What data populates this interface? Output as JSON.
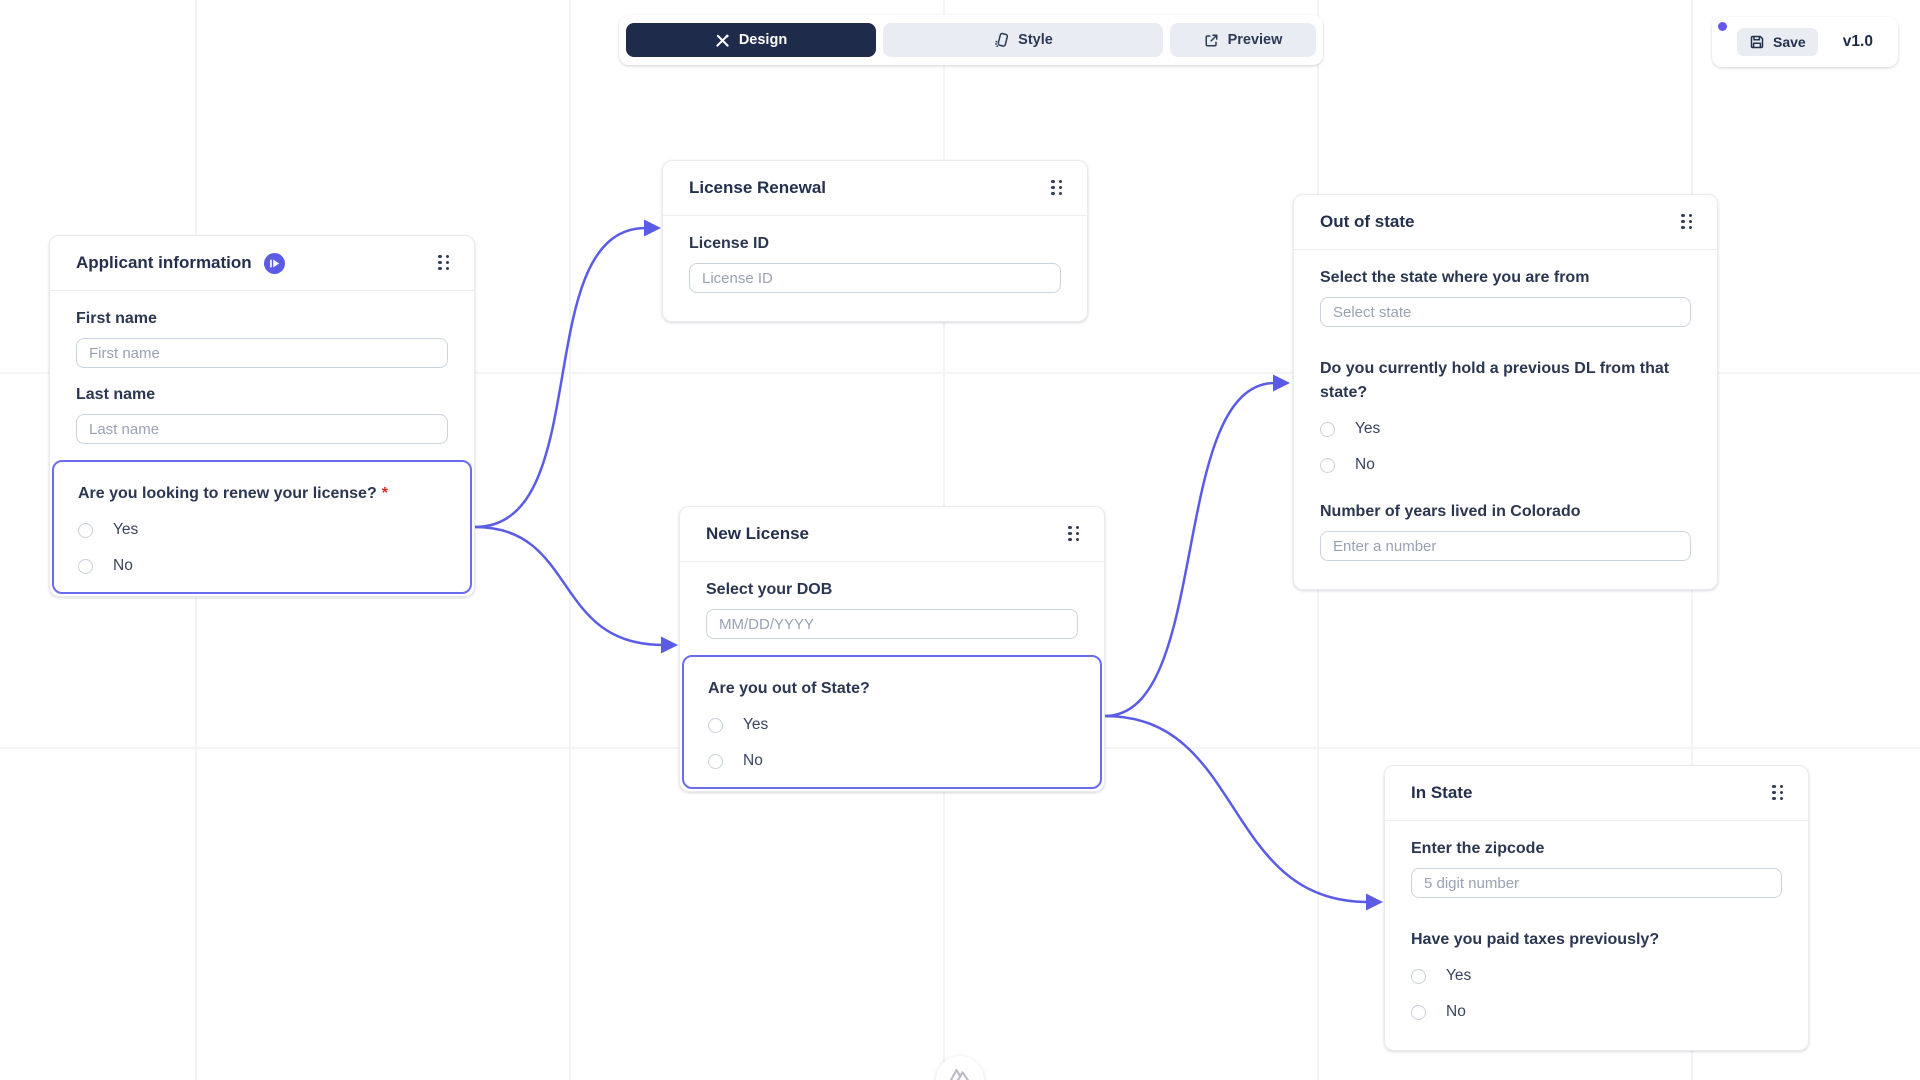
{
  "toolbar": {
    "design_label": "Design",
    "style_label": "Style",
    "preview_label": "Preview"
  },
  "save_panel": {
    "save_label": "Save",
    "version_label": "v1.0"
  },
  "colors": {
    "accent_indigo": "#5b5ce6",
    "branch_border": "#6b6cf0",
    "dark_navy": "#1f2b4b",
    "required_red": "#d92d20"
  },
  "cards": {
    "applicant": {
      "title": "Applicant information",
      "first": {
        "label": "First name",
        "placeholder": "First name"
      },
      "last": {
        "label": "Last name",
        "placeholder": "Last name"
      },
      "question": {
        "label": "Are you looking to renew your license?",
        "required": "*",
        "yes": "Yes",
        "no": "No"
      }
    },
    "license_renewal": {
      "title": "License Renewal",
      "license": {
        "label": "License ID",
        "placeholder": "License ID"
      }
    },
    "new_license": {
      "title": "New License",
      "dob": {
        "label": "Select your DOB",
        "placeholder": "MM/DD/YYYY"
      },
      "question": {
        "label": "Are you out of State?",
        "yes": "Yes",
        "no": "No"
      }
    },
    "out_of_state": {
      "title": "Out of state",
      "state": {
        "label": "Select the state where you are from",
        "placeholder": "Select state"
      },
      "dl_question": {
        "label": "Do you currently hold a previous DL from that state?",
        "yes": "Yes",
        "no": "No"
      },
      "years": {
        "label": "Number of years lived in Colorado",
        "placeholder": "Enter a number"
      }
    },
    "in_state": {
      "title": "In State",
      "zip": {
        "label": "Enter the zipcode",
        "placeholder": "5 digit number"
      },
      "taxes_question": {
        "label": "Have you paid taxes previously?",
        "yes": "Yes",
        "no": "No"
      }
    }
  }
}
